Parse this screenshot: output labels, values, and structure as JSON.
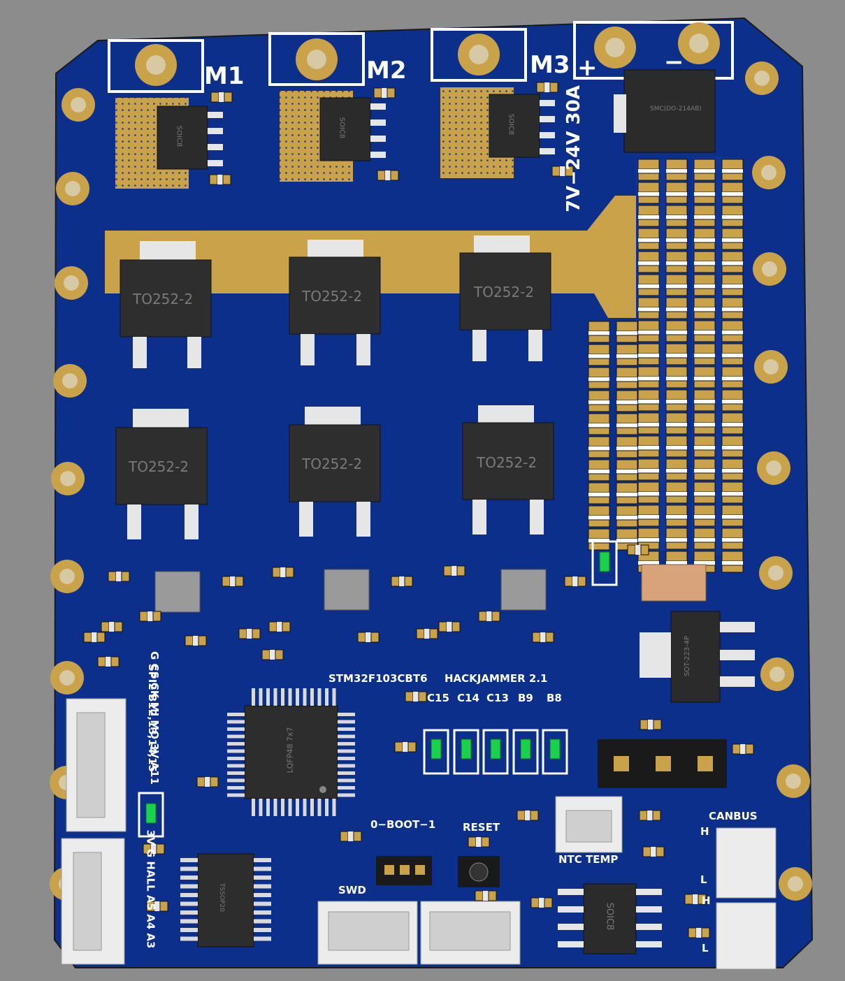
{
  "colors": {
    "background": "#8c8c8c",
    "board": "#0b2f8a",
    "copper": "#c9a24a",
    "silk": "#ffffff",
    "chip": "#2b2b2b",
    "led": "#19d14a"
  },
  "motors": [
    "M1",
    "M2",
    "M3"
  ],
  "power": {
    "plus": "+",
    "minus": "−",
    "rating": "7V−24V 30A",
    "diode": "SMC(DO-214AB)"
  },
  "packages": {
    "soic": "SOIC8",
    "mosfet": "TO252-2",
    "mcu_pkg": "LQFP48 7x7",
    "tssop": "TSSOP20",
    "regulator": "SOT-223-4P"
  },
  "labels": {
    "mcu": "STM32F103CBT6",
    "board_name": "HACKJAMMER 2.1",
    "led_labels": [
      "C15",
      "C14",
      "C13",
      "B9",
      "B8"
    ],
    "spi_title": "SPI2 B12,13,14,15",
    "spi_pins": "G CS CK MI MO 3V A11",
    "hall": "3V G HALL A5 A4 A3",
    "boot": "0−BOOT−1",
    "reset": "RESET",
    "swd": "SWD",
    "ntc": "NTC TEMP",
    "canbus": "CANBUS",
    "can_h": "H",
    "can_l": "L"
  }
}
